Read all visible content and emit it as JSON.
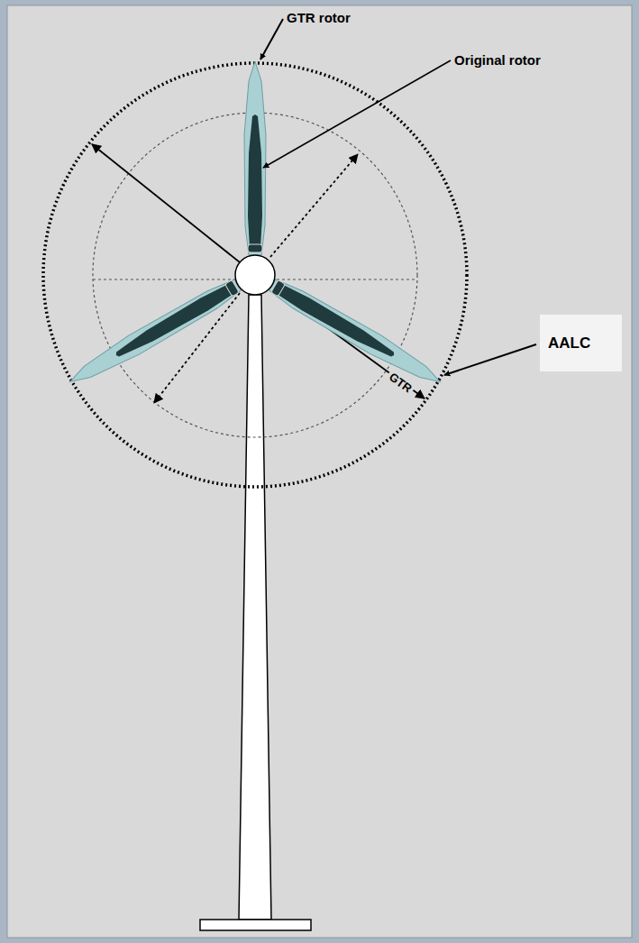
{
  "diagram": {
    "nodes": [
      {
        "text": [
          "AALC"
        ]
      }
    ],
    "labels": [
      "GTR rotor",
      "Original rotor",
      "GTR"
    ]
  }
}
